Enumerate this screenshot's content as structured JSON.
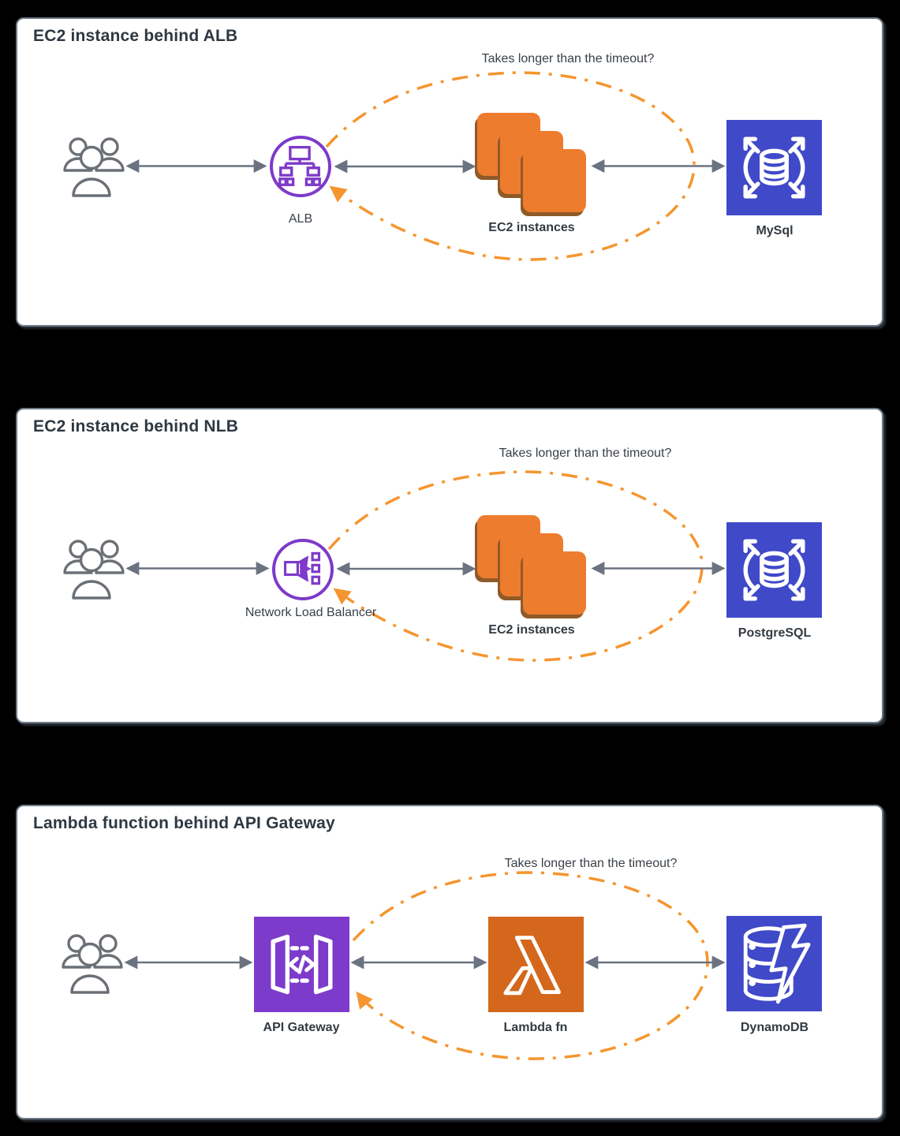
{
  "panels": [
    {
      "title": "EC2 instance behind ALB",
      "annotation": "Takes longer than the timeout?",
      "lb_label": "ALB",
      "compute_label": "EC2 instances",
      "db_label": "MySql"
    },
    {
      "title": "EC2 instance behind NLB",
      "annotation": "Takes longer than the timeout?",
      "lb_label": "Network Load Balancer",
      "compute_label": "EC2 instances",
      "db_label": "PostgreSQL"
    },
    {
      "title": "Lambda function behind API Gateway",
      "annotation": "Takes longer than the timeout?",
      "lb_label": "API Gateway",
      "compute_label": "Lambda fn",
      "db_label": "DynamoDB"
    }
  ],
  "icons": {
    "users": "users-icon",
    "alb": "alb-icon",
    "nlb": "nlb-icon",
    "ec2": "ec2-instances-icon",
    "rds": "rds-database-icon",
    "api_gateway": "api-gateway-icon",
    "lambda": "lambda-icon",
    "dynamodb": "dynamodb-icon"
  },
  "colors": {
    "canvas_background": "#000000",
    "panel_background": "#ffffff",
    "panel_border": "#6e7a87",
    "aws_purple": "#7d3ac9",
    "api_gateway_purple": "#7d3bcb",
    "ec2_orange": "#ee7c2e",
    "ec2_shadow_brown": "#8f5a28",
    "lambda_orange": "#d4671c",
    "database_blue": "#4049c8",
    "connector_gray": "#6b7280",
    "timeout_loop_orange": "#f5952f",
    "title_text": "#2e3842"
  }
}
